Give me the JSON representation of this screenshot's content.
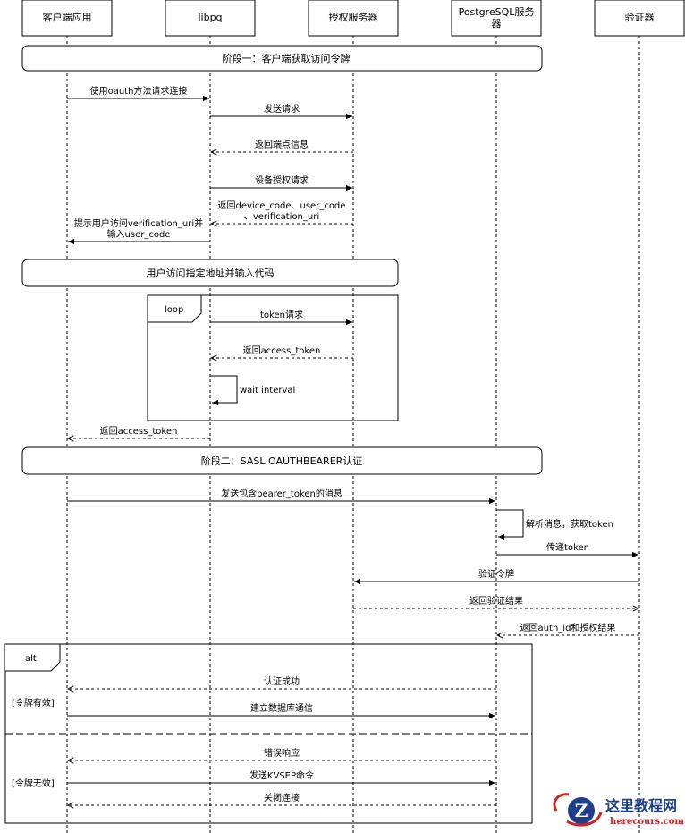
{
  "actors": [
    {
      "id": "client",
      "label": "客户端应用"
    },
    {
      "id": "libpq",
      "label": "libpq"
    },
    {
      "id": "auth",
      "label": "授权服务器"
    },
    {
      "id": "pg",
      "label": "PostgreSQL服务\n器"
    },
    {
      "id": "validator",
      "label": "验证器"
    }
  ],
  "phases": {
    "phase1": "阶段一：客户端获取访问令牌",
    "user_visit": "用户访问指定地址并输入代码",
    "phase2": "阶段二：SASL OAUTHBEARER认证"
  },
  "frames": {
    "loop": "loop",
    "alt": "alt",
    "alt_cond_valid": "[令牌有效]",
    "alt_cond_invalid": "[令牌无效]"
  },
  "messages": [
    {
      "id": "m1",
      "from": "client",
      "to": "libpq",
      "style": "solid",
      "label": "使用oauth方法请求连接"
    },
    {
      "id": "m2",
      "from": "libpq",
      "to": "auth",
      "style": "solid",
      "label": "发送请求"
    },
    {
      "id": "m3",
      "from": "auth",
      "to": "libpq",
      "style": "dashed",
      "label": "返回端点信息"
    },
    {
      "id": "m4",
      "from": "libpq",
      "to": "auth",
      "style": "solid",
      "label": "设备授权请求"
    },
    {
      "id": "m5",
      "from": "auth",
      "to": "libpq",
      "style": "dashed",
      "label": "返回device_code、user_code\n、verification_uri"
    },
    {
      "id": "m6",
      "from": "libpq",
      "to": "client",
      "style": "solid",
      "label": "提示用户访问verification_uri并\n输入user_code"
    },
    {
      "id": "m7",
      "from": "libpq",
      "to": "auth",
      "style": "solid",
      "label": "token请求"
    },
    {
      "id": "m8",
      "from": "auth",
      "to": "libpq",
      "style": "dashed",
      "label": "返回access_token"
    },
    {
      "id": "m9",
      "from": "libpq",
      "to": "libpq",
      "style": "solid",
      "label": "wait interval"
    },
    {
      "id": "m10",
      "from": "libpq",
      "to": "client",
      "style": "dashed",
      "label": "返回access_token"
    },
    {
      "id": "m11",
      "from": "client",
      "to": "pg",
      "style": "solid",
      "label": "发送包含bearer_token的消息"
    },
    {
      "id": "m12",
      "from": "pg",
      "to": "pg",
      "style": "solid",
      "label": "解析消息，获取token"
    },
    {
      "id": "m13",
      "from": "pg",
      "to": "validator",
      "style": "solid",
      "label": "传递token"
    },
    {
      "id": "m14",
      "from": "validator",
      "to": "auth",
      "style": "solid",
      "label": "验证令牌"
    },
    {
      "id": "m15",
      "from": "auth",
      "to": "validator",
      "style": "dashed",
      "label": "返回验证结果"
    },
    {
      "id": "m16",
      "from": "validator",
      "to": "pg",
      "style": "dashed",
      "label": "返回auth_id和授权结果"
    },
    {
      "id": "m17",
      "from": "pg",
      "to": "client",
      "style": "dashed",
      "label": "认证成功"
    },
    {
      "id": "m18",
      "from": "client",
      "to": "pg",
      "style": "solid",
      "label": "建立数据库通信"
    },
    {
      "id": "m19",
      "from": "pg",
      "to": "client",
      "style": "dashed",
      "label": "错误响应"
    },
    {
      "id": "m20",
      "from": "client",
      "to": "pg",
      "style": "solid",
      "label": "发送KVSEP命令"
    },
    {
      "id": "m21",
      "from": "pg",
      "to": "client",
      "style": "dashed",
      "label": "关闭连接"
    }
  ],
  "watermark": {
    "site_name": "这里教程网",
    "site_url": "herecours.com",
    "logo_letter": "Z"
  }
}
